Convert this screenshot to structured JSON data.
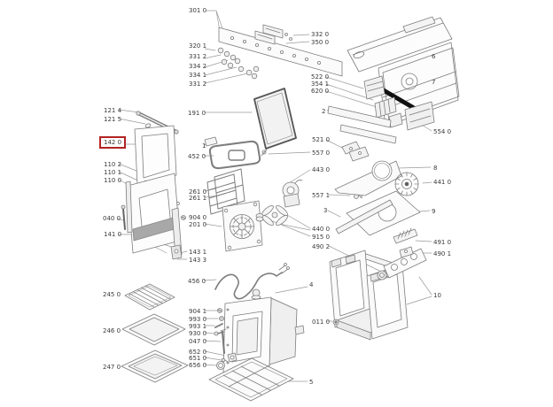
{
  "diagram": {
    "kind": "exploded-view-parts-diagram",
    "highlighted_part": "142 0",
    "highlight_color": "#b32424"
  },
  "labels": [
    {
      "text": "301 0"
    },
    {
      "text": "320 1"
    },
    {
      "text": "331 2"
    },
    {
      "text": "334 2"
    },
    {
      "text": "334 1"
    },
    {
      "text": "331 2"
    },
    {
      "text": "332 0"
    },
    {
      "text": "350 0"
    },
    {
      "text": "522 0"
    },
    {
      "text": "354 1"
    },
    {
      "text": "620 0"
    },
    {
      "text": "6"
    },
    {
      "text": "7"
    },
    {
      "text": "2"
    },
    {
      "text": "554 0"
    },
    {
      "text": "121 4"
    },
    {
      "text": "121 5"
    },
    {
      "text": "142 0"
    },
    {
      "text": "191 0"
    },
    {
      "text": "110 2"
    },
    {
      "text": "110 1"
    },
    {
      "text": "110 0"
    },
    {
      "text": "1"
    },
    {
      "text": "452 0"
    },
    {
      "text": "521 0"
    },
    {
      "text": "557 0"
    },
    {
      "text": "443 0"
    },
    {
      "text": "261 0"
    },
    {
      "text": "261 1"
    },
    {
      "text": "557 1"
    },
    {
      "text": "8"
    },
    {
      "text": "441 0"
    },
    {
      "text": "040 0"
    },
    {
      "text": "904 0"
    },
    {
      "text": "201 0"
    },
    {
      "text": "141 0"
    },
    {
      "text": "3"
    },
    {
      "text": "9"
    },
    {
      "text": "440 0"
    },
    {
      "text": "915 0"
    },
    {
      "text": "490 2"
    },
    {
      "text": "143 1"
    },
    {
      "text": "143 3"
    },
    {
      "text": "491 0"
    },
    {
      "text": "490 1"
    },
    {
      "text": "456 0"
    },
    {
      "text": "245 0"
    },
    {
      "text": "904 1"
    },
    {
      "text": "993 0"
    },
    {
      "text": "993 1"
    },
    {
      "text": "930 0"
    },
    {
      "text": "047 0"
    },
    {
      "text": "4"
    },
    {
      "text": "10"
    },
    {
      "text": "652 0"
    },
    {
      "text": "651 0"
    },
    {
      "text": "656 0"
    },
    {
      "text": "011 0"
    },
    {
      "text": "246 0"
    },
    {
      "text": "247 0"
    },
    {
      "text": "5"
    }
  ]
}
